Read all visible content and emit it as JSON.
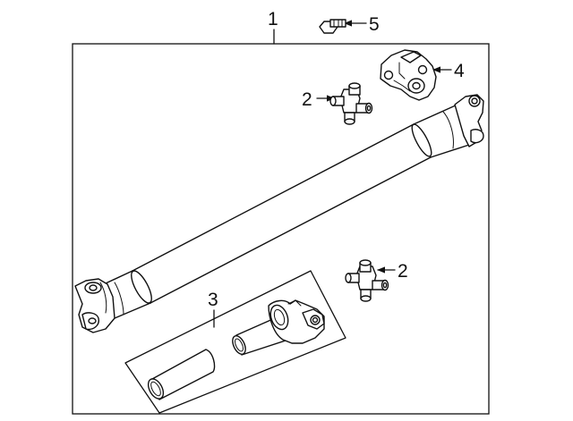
{
  "callouts": {
    "c1": "1",
    "c2a": "2",
    "c2b": "2",
    "c3": "3",
    "c4": "4",
    "c5": "5"
  },
  "icons": {
    "arrowhead": "filled-triangle"
  }
}
